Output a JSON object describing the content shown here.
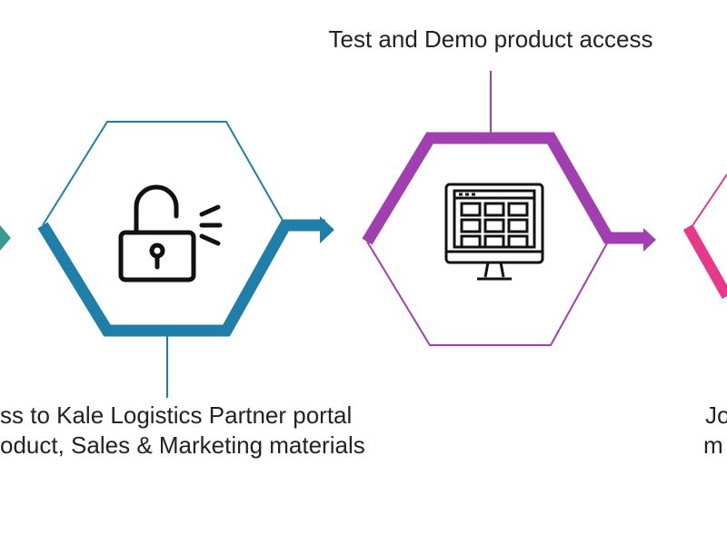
{
  "colors": {
    "teal": "#3a9a92",
    "blue": "#1f7fa8",
    "purple": "#a23fb0",
    "pink": "#e8388a",
    "icon": "#111111",
    "text": "#222222"
  },
  "steps": [
    {
      "icon": "unlocked-padlock-icon",
      "label_lines": [
        "ss to Kale Logistics Partner portal",
        "oduct, Sales & Marketing materials"
      ]
    },
    {
      "icon": "desktop-dashboard-icon",
      "label_lines": [
        "Test and Demo product access"
      ]
    },
    {
      "icon": "",
      "label_lines": [
        "Jo",
        "m"
      ]
    }
  ]
}
